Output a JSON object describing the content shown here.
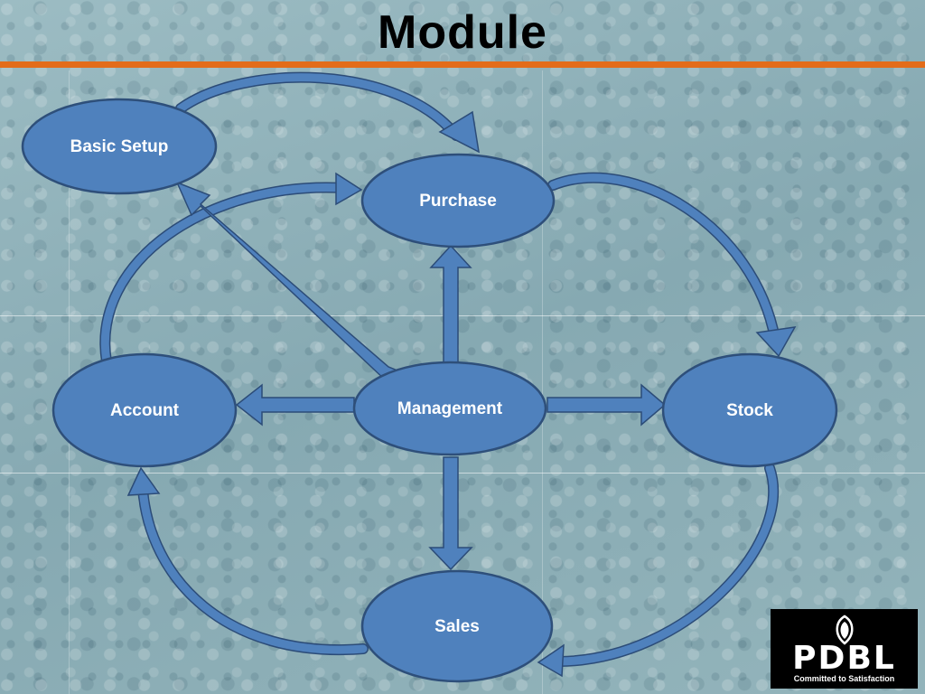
{
  "title": "Module",
  "colors": {
    "node_fill": "#4f81bd",
    "node_stroke": "#2e4f7a",
    "arrow_fill": "#4f81bd",
    "arrow_stroke": "#2c4c78",
    "accent_rule": "#e36c1a"
  },
  "nodes": {
    "basic_setup": "Basic Setup",
    "purchase": "Purchase",
    "management": "Management",
    "account": "Account",
    "stock": "Stock",
    "sales": "Sales"
  },
  "logo": {
    "name": "PDBL",
    "tagline": "Committed to Satisfaction"
  }
}
